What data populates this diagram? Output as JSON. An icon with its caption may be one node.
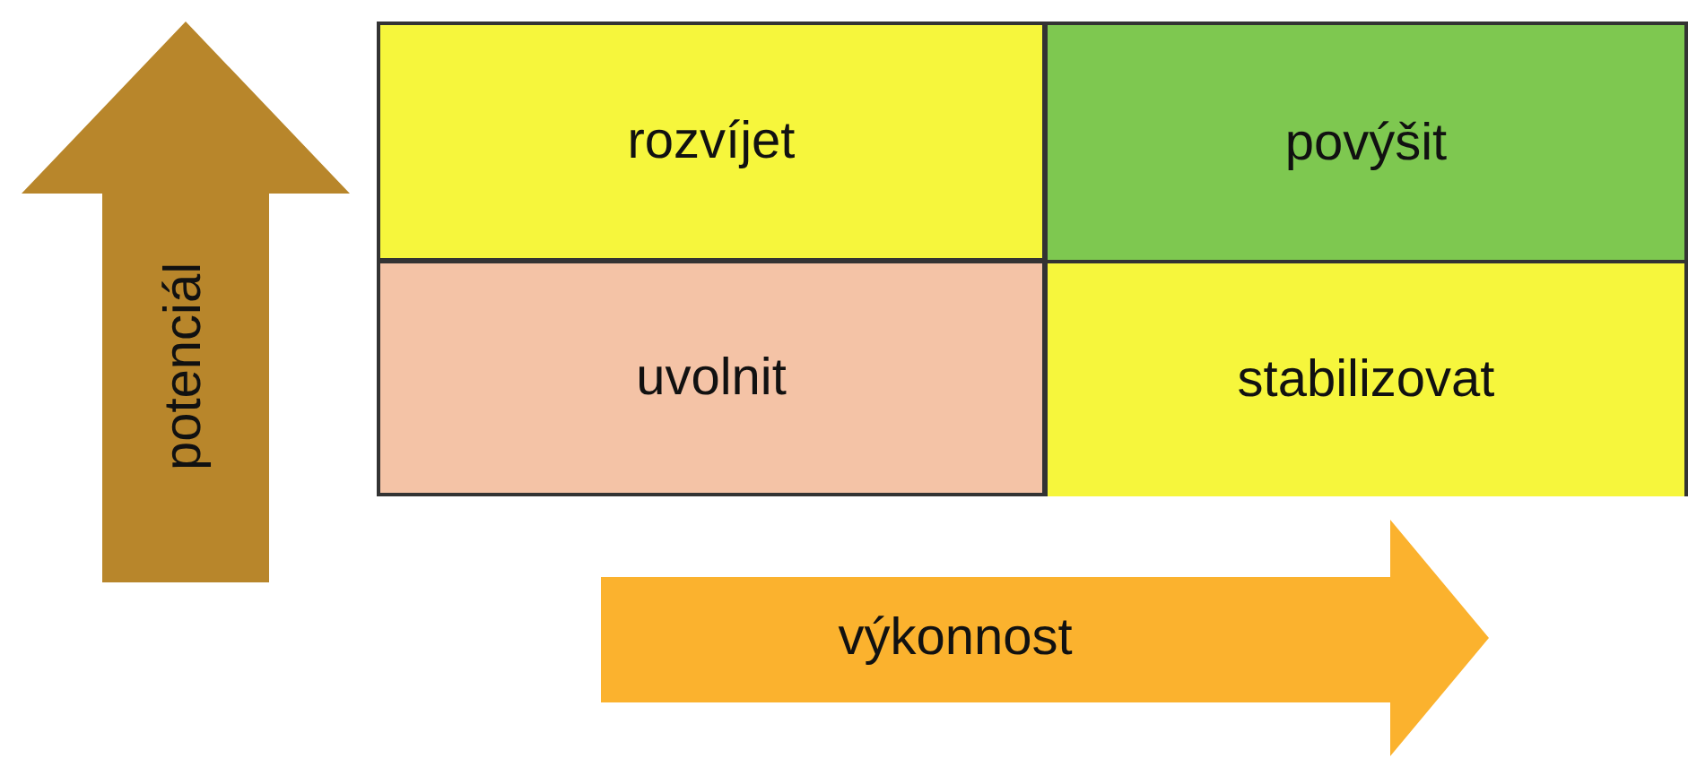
{
  "diagram": {
    "nodes": [
      {
        "text": [
          "potenciál"
        ]
      },
      {
        "text": [
          "rozvíjet"
        ]
      },
      {
        "text": [
          "povýšit"
        ]
      },
      {
        "text": [
          "uvolnit"
        ]
      },
      {
        "text": [
          "stabilizovat"
        ]
      },
      {
        "text": [
          "výkonnost"
        ]
      }
    ]
  }
}
